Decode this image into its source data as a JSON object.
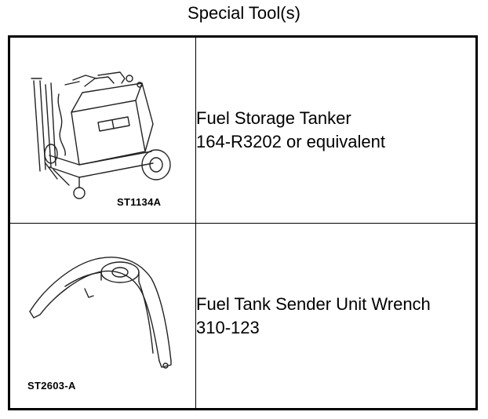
{
  "header": {
    "title": "Special Tool(s)"
  },
  "tools": [
    {
      "code": "ST1134A",
      "name": "Fuel Storage Tanker",
      "part": "164-R3202 or equivalent",
      "icon": "fuel-tanker-cart-icon"
    },
    {
      "code": "ST2603-A",
      "name": "Fuel Tank Sender Unit Wrench",
      "part": "310-123",
      "icon": "sender-unit-wrench-icon"
    }
  ]
}
